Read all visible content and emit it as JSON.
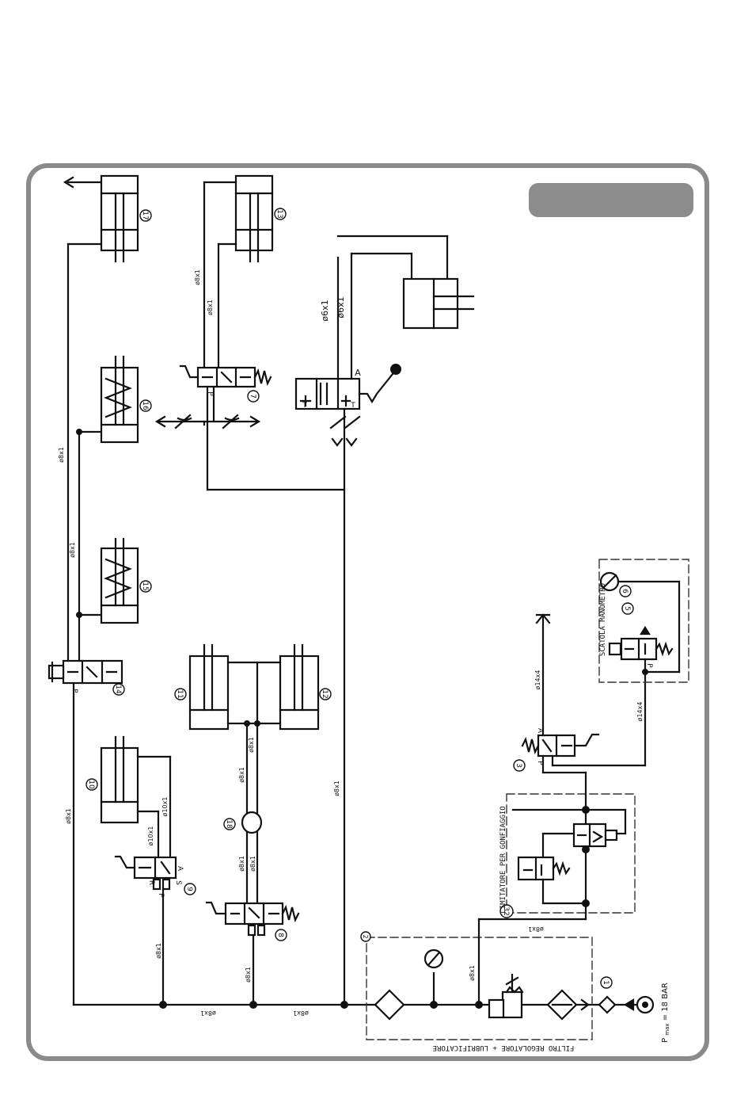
{
  "colors": {
    "frame": "#8a8a8a",
    "badge": "#8c8c8c",
    "line": "#111111",
    "dash": "#333333"
  },
  "components": {
    "c1": "1",
    "c3": "3",
    "c5": "5",
    "c6": "6",
    "c7": "7",
    "c8": "8",
    "c9": "9",
    "c10": "10",
    "c11": "11",
    "c12": "12",
    "c13": "13",
    "c14": "14",
    "c15": "15",
    "c16": "16",
    "c17": "17",
    "c18": "18",
    "c2": "2",
    "c32": "32"
  },
  "pipes": {
    "p8x1": "ø8x1",
    "p6x1": "ø6x1",
    "p10x1": "ø10x1",
    "p14x4": "ø14x4"
  },
  "labels": {
    "scatola": "SCATOLA MANOMETRO",
    "limitatore": "LIMITATORE PER GONFIAGGIO",
    "filtro": "FILTRO REGOLATORE + LUBRIFICATORE",
    "pmax_p": "P",
    "pmax_sub": "max",
    "pmax_val": "= 18 BAR",
    "port_a": "A",
    "port_p": "P",
    "port_r": "R",
    "port_s": "S",
    "port_t": "T"
  }
}
